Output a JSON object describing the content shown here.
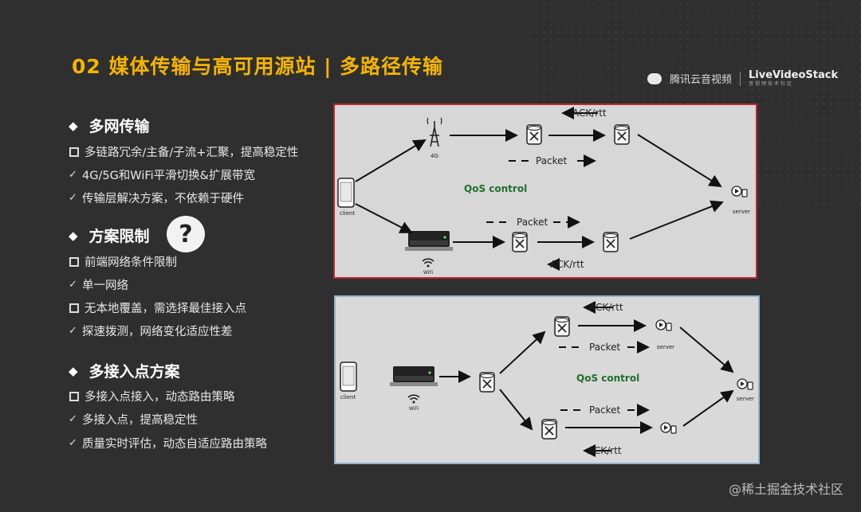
{
  "title": "02 媒体传输与高可用源站 | 多路径传输",
  "logos": {
    "tencent": "腾讯云音视频",
    "lvs_main": "LiveVideoStack",
    "lvs_sub": "音视频技术社区"
  },
  "sections": [
    {
      "heading": "多网传输",
      "items": [
        {
          "icon": "box",
          "text": "多链路冗余/主备/子流+汇聚，提高稳定性"
        },
        {
          "icon": "check",
          "text": "4G/5G和WiFi平滑切换&扩展带宽"
        },
        {
          "icon": "check",
          "text": "传输层解决方案，不依赖于硬件"
        }
      ]
    },
    {
      "heading": "方案限制",
      "badge": "?",
      "items": [
        {
          "icon": "box",
          "text": "前端网络条件限制"
        },
        {
          "icon": "check",
          "text": "单一网络"
        },
        {
          "icon": "box",
          "text": "无本地覆盖，需选择最佳接入点"
        },
        {
          "icon": "check",
          "text": "探速拨测，网络变化适应性差"
        }
      ]
    },
    {
      "heading": "多接入点方案",
      "items": [
        {
          "icon": "box",
          "text": "多接入点接入，动态路由策略"
        },
        {
          "icon": "check",
          "text": "多接入点，提高稳定性"
        },
        {
          "icon": "check",
          "text": "质量实时评估，动态自适应路由策略"
        }
      ]
    }
  ],
  "diagram1": {
    "ack_top": "ACK/rtt",
    "packet_top": "Packet",
    "label_4g": "4G",
    "label_client": "client",
    "label_server": "server",
    "qos": "QoS control",
    "packet_bottom": "Packet",
    "ack_bottom": "ACK/rtt",
    "label_wifi": "WiFi"
  },
  "diagram2": {
    "ack_top": "ACK/rtt",
    "packet_top": "Packet",
    "label_server_mid": "server",
    "label_client": "client",
    "label_wifi": "WiFi",
    "qos": "QoS control",
    "label_server": "server",
    "packet_bottom": "Packet",
    "ack_bottom": "ACK/rtt"
  },
  "watermark": "@稀土掘金技术社区",
  "colors": {
    "background": "#2f2f2f",
    "title": "#f5b400",
    "panel1_border": "#c0262d",
    "panel2_border": "#8fb4cf",
    "qos_text": "#1f6e2b"
  }
}
